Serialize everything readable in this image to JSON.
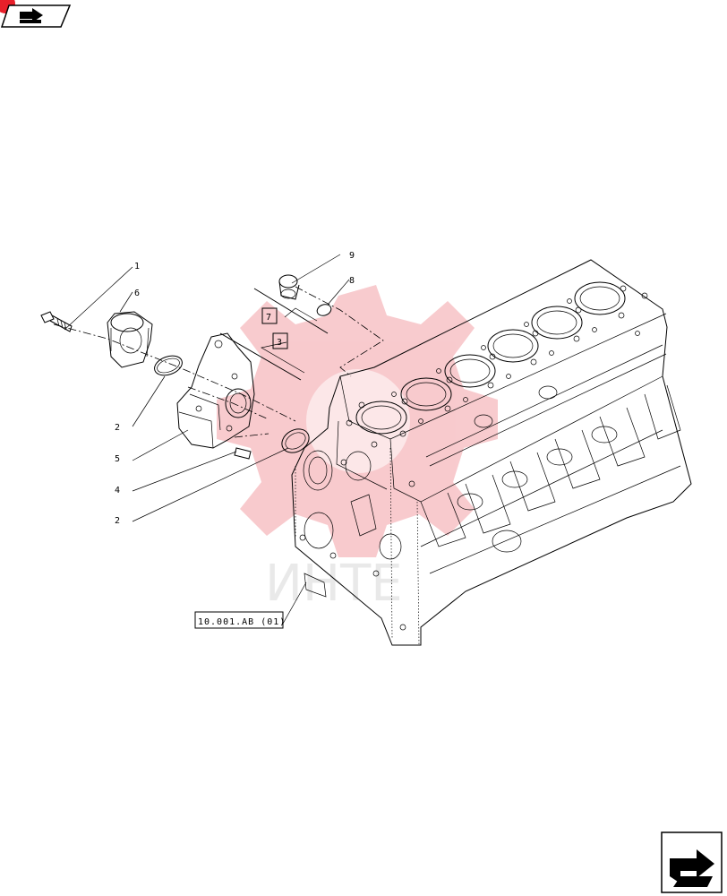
{
  "diagram": {
    "callouts": [
      {
        "id": "c1",
        "label": "1"
      },
      {
        "id": "c6",
        "label": "6"
      },
      {
        "id": "c2a",
        "label": "2"
      },
      {
        "id": "c5",
        "label": "5"
      },
      {
        "id": "c4",
        "label": "4"
      },
      {
        "id": "c2b",
        "label": "2"
      },
      {
        "id": "c9",
        "label": "9"
      },
      {
        "id": "c8",
        "label": "8"
      },
      {
        "id": "c7",
        "label": "7"
      },
      {
        "id": "c3",
        "label": "3"
      }
    ],
    "reference_label": "10.001.AB (01)",
    "watermark_text": "ИНТЕ"
  },
  "colors": {
    "accent": "#e8202a",
    "watermark": "#f3a0a6",
    "line": "#000000"
  },
  "icons": {
    "top_left": "folder-arrow-icon",
    "bottom_right": "next-page-arrow-icon"
  }
}
